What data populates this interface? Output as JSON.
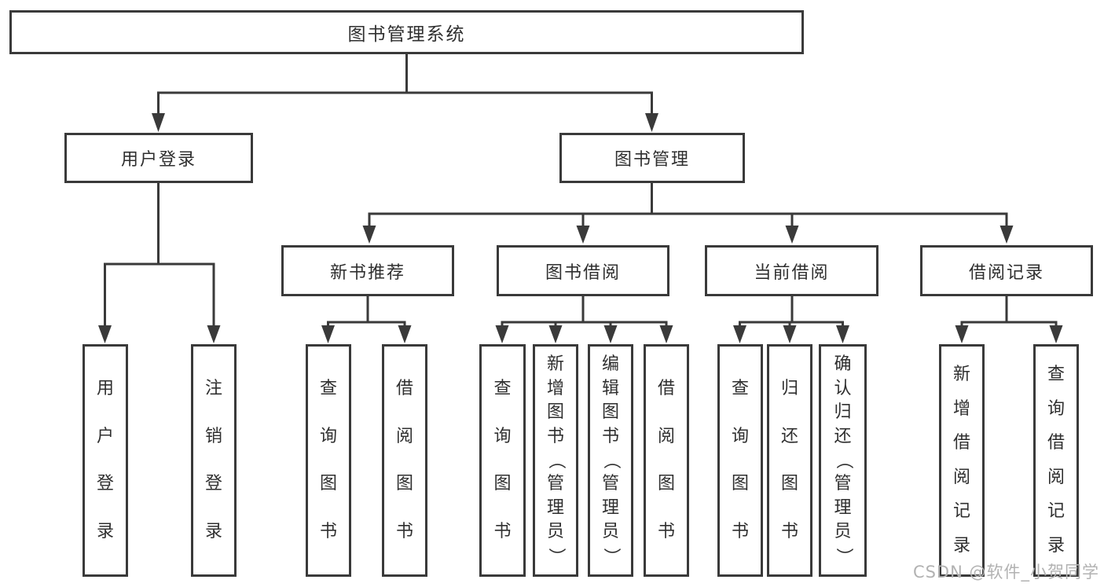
{
  "diagram": {
    "root_label": "图书管理系统",
    "branches": [
      {
        "label": "用户登录",
        "children": [
          {
            "label": "用户登录"
          },
          {
            "label": "注销登录"
          }
        ]
      },
      {
        "label": "图书管理",
        "children": [
          {
            "label": "新书推荐",
            "children": [
              {
                "label": "查询图书"
              },
              {
                "label": "借阅图书"
              }
            ]
          },
          {
            "label": "图书借阅",
            "children": [
              {
                "label": "查询图书"
              },
              {
                "label": "新增图书（管理员）"
              },
              {
                "label": "编辑图书（管理员）"
              },
              {
                "label": "借阅图书"
              }
            ]
          },
          {
            "label": "当前借阅",
            "children": [
              {
                "label": "查询图书"
              },
              {
                "label": "归还图书"
              },
              {
                "label": "确认归还（管理员）"
              }
            ]
          },
          {
            "label": "借阅记录",
            "children": [
              {
                "label": "新增借阅记录"
              },
              {
                "label": "查询借阅记录"
              }
            ]
          }
        ]
      }
    ]
  },
  "watermark": {
    "text": "CSDN @软件_小贺同学"
  },
  "colors": {
    "background": "#ffffff",
    "box_border": "#3a3a3a",
    "connector_line": "#3a3a3a",
    "text": "#2f2f2f",
    "watermark_text": "#b2b2b2"
  }
}
